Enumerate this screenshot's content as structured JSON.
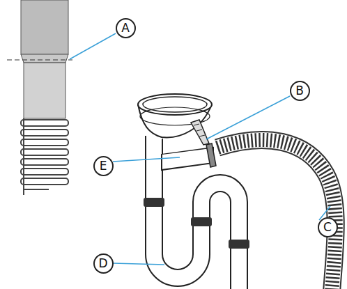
{
  "diagram": {
    "nodes": [
      {
        "text": [
          "A"
        ]
      },
      {
        "text": [
          "B"
        ]
      },
      {
        "text": [
          "E"
        ]
      },
      {
        "text": [
          "C"
        ]
      },
      {
        "text": [
          "D"
        ]
      }
    ]
  }
}
